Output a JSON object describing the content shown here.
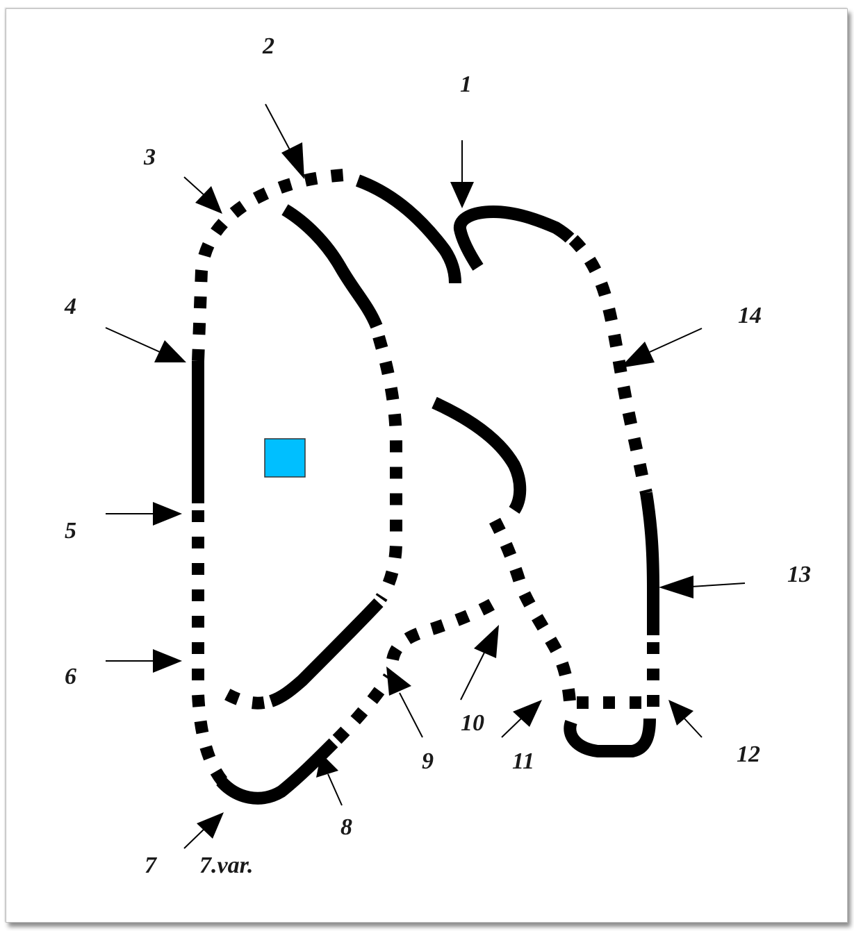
{
  "diagram": {
    "labels": {
      "l1": "1",
      "l2": "2",
      "l3": "3",
      "l4": "4",
      "l5": "5",
      "l6": "6",
      "l7": "7",
      "l7var": "7.var.",
      "l8": "8",
      "l9": "9",
      "l10": "10",
      "l11": "11",
      "l12": "12",
      "l13": "13",
      "l14": "14"
    },
    "marker_color": "#00bfff",
    "line_color": "#000000",
    "background": "#ffffff"
  }
}
